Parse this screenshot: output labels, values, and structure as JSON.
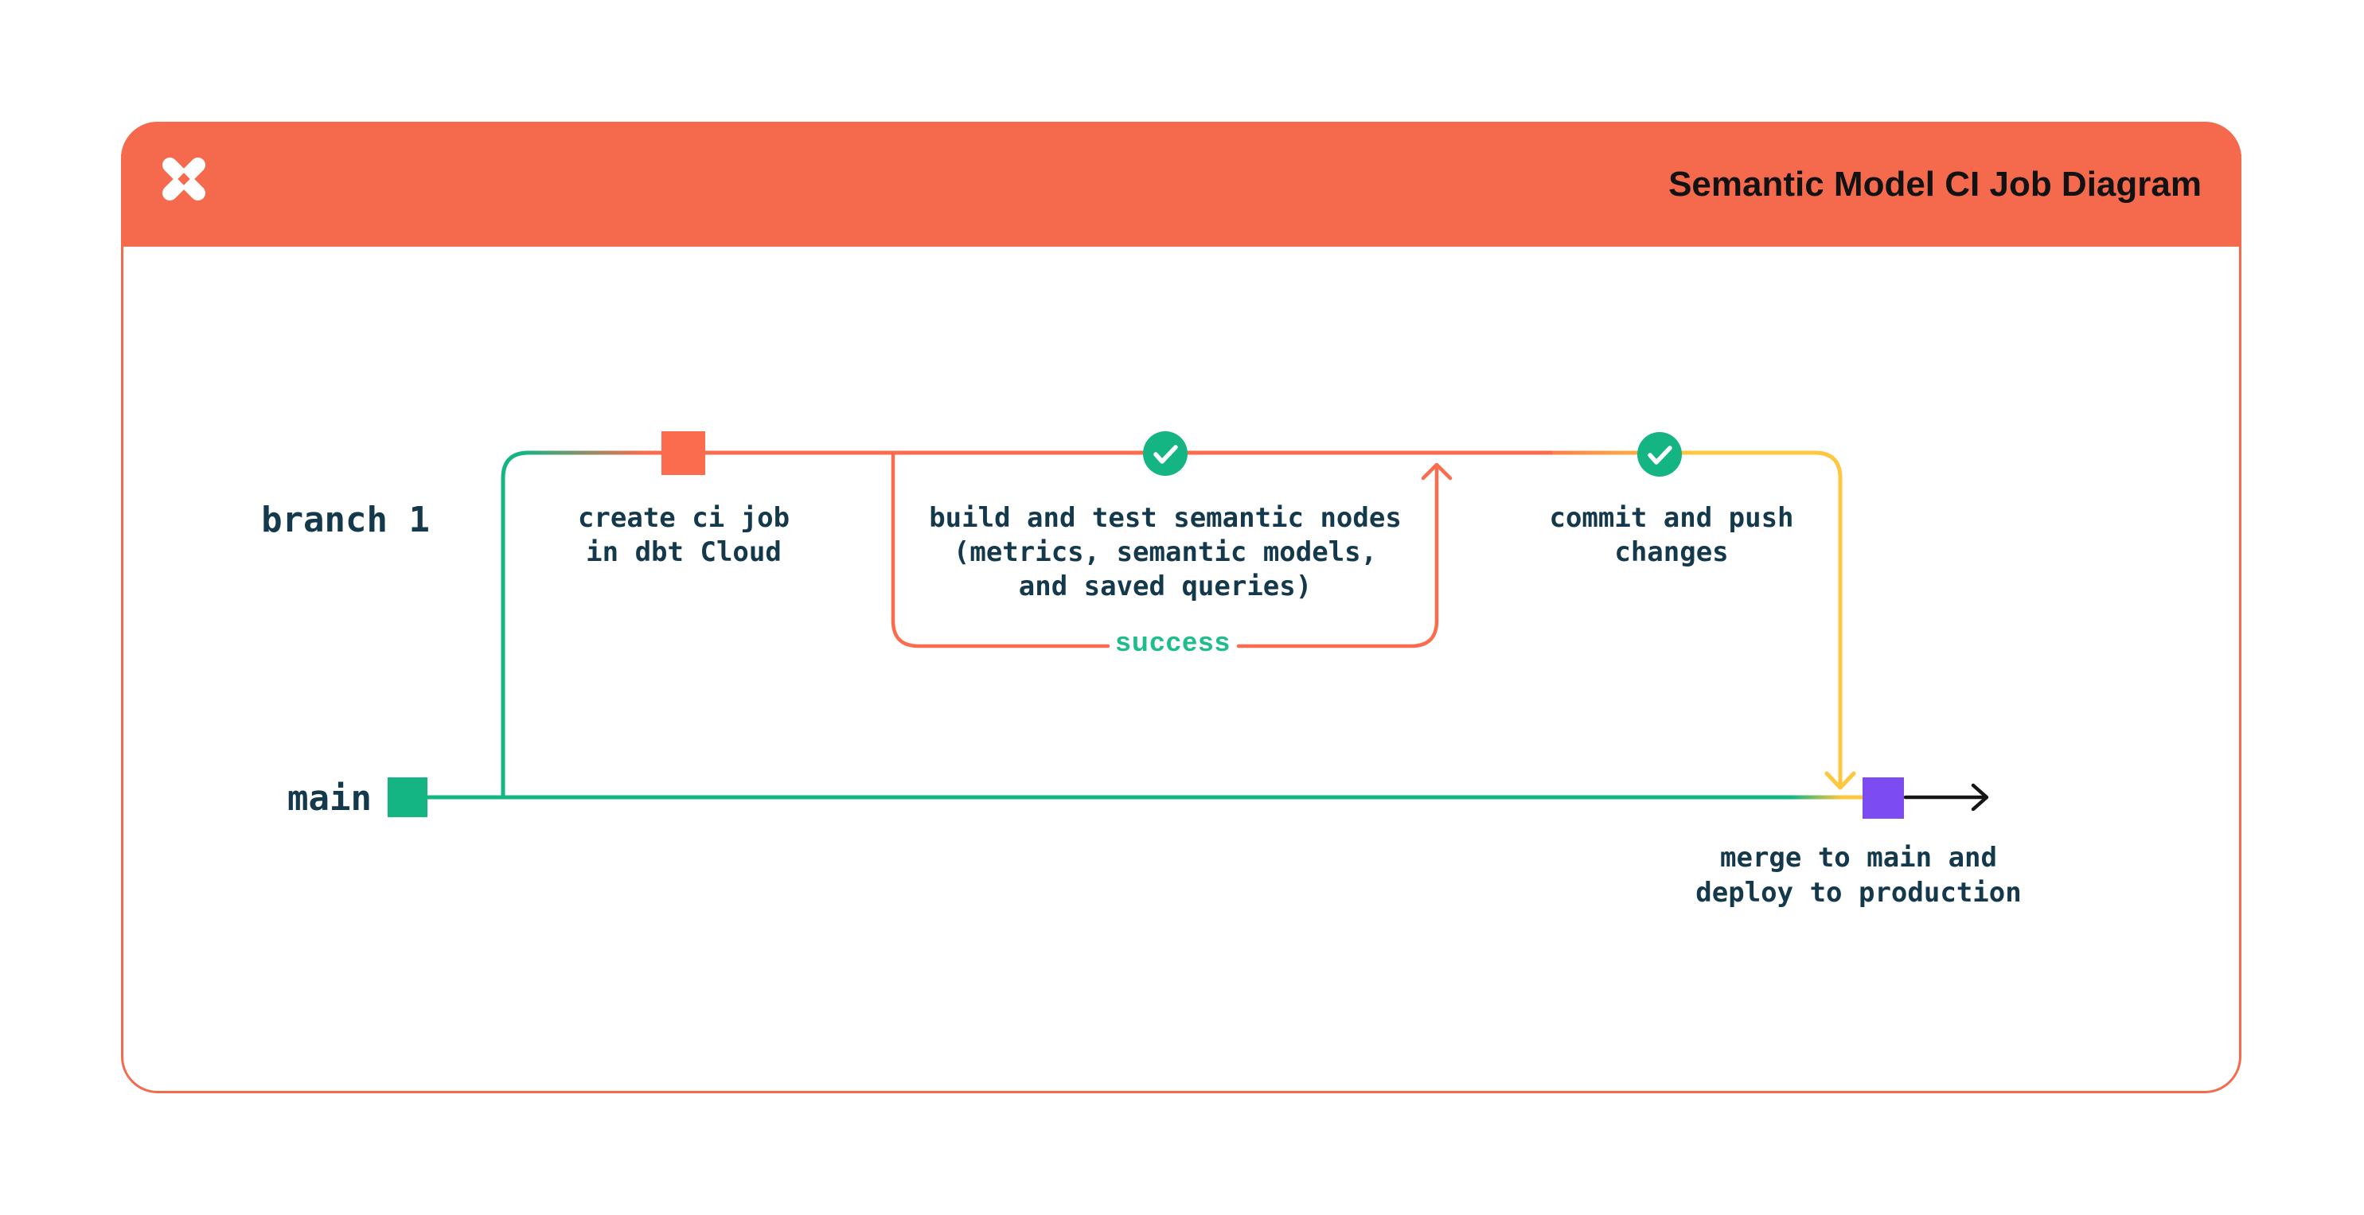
{
  "header": {
    "title": "Semantic Model CI Job Diagram",
    "logo": "dbt-logo",
    "background_color": "#F5694D",
    "title_color": "#121212"
  },
  "diagram": {
    "branches": [
      {
        "name": "branch 1"
      },
      {
        "name": "main"
      }
    ],
    "nodes": [
      {
        "id": "create-ci-job",
        "marker": "orange-commit-square",
        "label": "create ci job\nin dbt Cloud"
      },
      {
        "id": "build-and-test",
        "marker": "green-check-circle",
        "label": "build and test semantic nodes\n(metrics, semantic models,\nand saved queries)"
      },
      {
        "id": "commit-and-push",
        "marker": "green-check-circle",
        "label": "commit and push\nchanges"
      },
      {
        "id": "merge-and-deploy",
        "marker": "purple-commit-square",
        "label": "merge to main and\ndeploy to production"
      }
    ],
    "loop_label": "success",
    "colors": {
      "coral": "#F5694D",
      "line_orange": "#FB6B4E",
      "green": "#15B483",
      "success_green": "#1FBC8C",
      "yellow": "#FFC640",
      "purple": "#7C4BF2",
      "text_dark": "#14394C",
      "arrow_black": "#151515"
    }
  }
}
